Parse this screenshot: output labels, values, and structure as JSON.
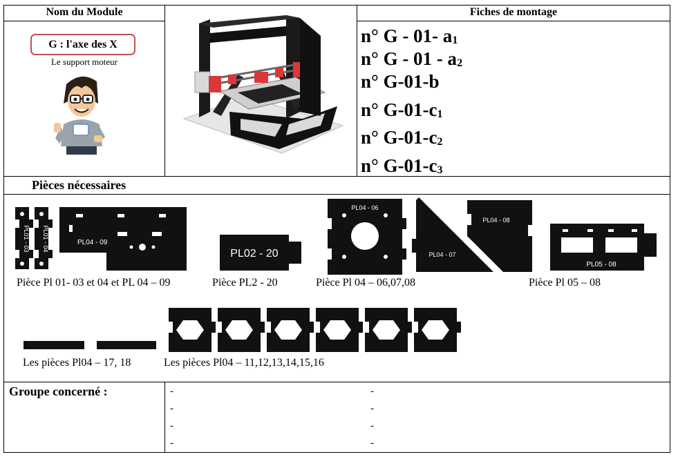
{
  "header": {
    "module_title": "Nom du Module",
    "fiches_title": "Fiches de montage"
  },
  "module": {
    "name": "G : l'axe des X",
    "subtitle": "Le support moteur"
  },
  "fiches": [
    {
      "main": "n° G - 01- a",
      "sub": "1"
    },
    {
      "main": "n° G - 01 - a",
      "sub": "2"
    },
    {
      "main": "n° G-01-b",
      "sub": ""
    },
    {
      "main": "n° G-01-c",
      "sub": "1"
    },
    {
      "main": "n° G-01-c",
      "sub": "2"
    },
    {
      "main": "n° G-01-c",
      "sub": "3"
    }
  ],
  "pieces": {
    "title": "Pièces nécessaires",
    "part_labels": {
      "pl0103": "PL01 - 03",
      "pl0104": "PL01 - 04",
      "pl0409": "PL04 - 09",
      "pl0220": "PL02 - 20",
      "pl0406": "PL04 - 06",
      "pl0407": "PL04 - 07",
      "pl0408": "PL04 - 08",
      "pl0508": "PL05 - 08"
    },
    "captions": [
      "Pièce Pl 01- 03 et 04 et PL 04 – 09",
      "Pièce PL2 - 20",
      "Pièce Pl 04 – 06,07,08",
      "Pièce Pl 05 – 08",
      "Les pièces Pl04 – 17, 18",
      "Les pièces Pl04 – 11,12,13,14,15,16"
    ]
  },
  "groupe": {
    "title": "Groupe concerné :",
    "left": [
      "-",
      "-",
      "-",
      "-"
    ],
    "right": [
      "-",
      "-",
      "-",
      "-"
    ]
  },
  "colors": {
    "badge_border": "#c0504d",
    "printer_red": "#d9383a",
    "part_fill": "#111111"
  }
}
